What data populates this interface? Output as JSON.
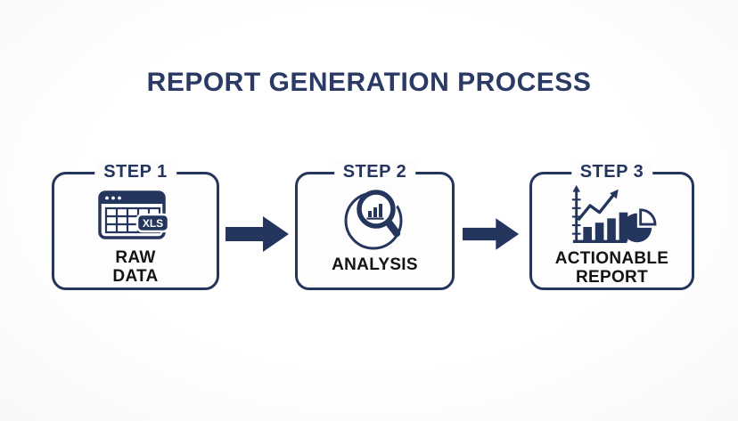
{
  "title": "REPORT GENERATION PROCESS",
  "colors": {
    "navy": "#24355E",
    "title_navy": "#2B3A64",
    "caption_ink": "#131313",
    "background": "#FDFDFD"
  },
  "steps": [
    {
      "label": "STEP 1",
      "caption_line1": "RAW",
      "caption_line2": "DATA",
      "icon": "spreadsheet-xls-icon",
      "badge_text": "XLS"
    },
    {
      "label": "STEP 2",
      "caption_line1": "ANALYSIS",
      "caption_line2": "",
      "icon": "magnifier-bar-chart-icon"
    },
    {
      "label": "STEP 3",
      "caption_line1": "ACTIONABLE",
      "caption_line2": "REPORT",
      "icon": "growth-chart-pie-icon"
    }
  ],
  "connectors": [
    {
      "name": "arrow-step1-to-step2"
    },
    {
      "name": "arrow-step2-to-step3"
    }
  ]
}
